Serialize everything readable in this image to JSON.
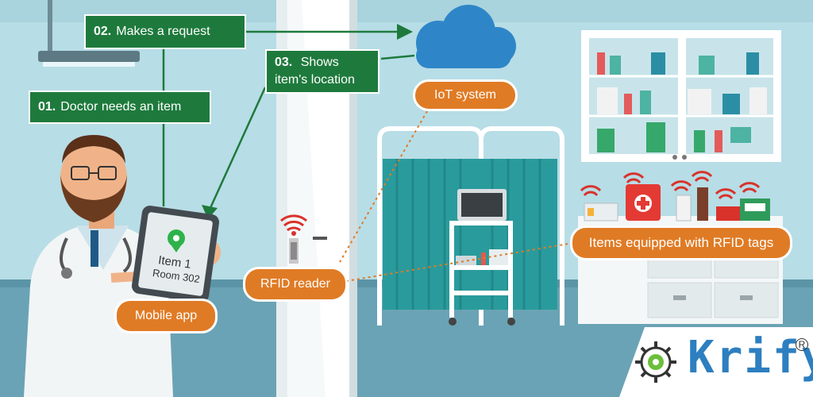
{
  "steps": [
    {
      "num": "01.",
      "text": "Doctor needs an item"
    },
    {
      "num": "02.",
      "text": "Makes a request"
    },
    {
      "num": "03.",
      "text_line1": "Shows",
      "text_line2": "item's location"
    }
  ],
  "labels": {
    "iot_system": "IoT system",
    "mobile_app": "Mobile app",
    "rfid_reader": "RFID reader",
    "rfid_items": "Items equipped with RFID tags"
  },
  "phone": {
    "item": "Item 1",
    "room": "Room 302"
  },
  "brand": {
    "name": "Krify",
    "registered": "R"
  },
  "colors": {
    "step_box": "#1e7a3c",
    "pill": "#e07b25",
    "cloud": "#2e86c8",
    "brand": "#2d7fc0",
    "wall": "#b7dde6",
    "floor": "#6aa3b5"
  },
  "icons": [
    "cloud-icon",
    "location-pin-icon",
    "rfid-signal-icon",
    "first-aid-kit-icon",
    "monitor-icon",
    "krify-gear-logo-icon"
  ]
}
